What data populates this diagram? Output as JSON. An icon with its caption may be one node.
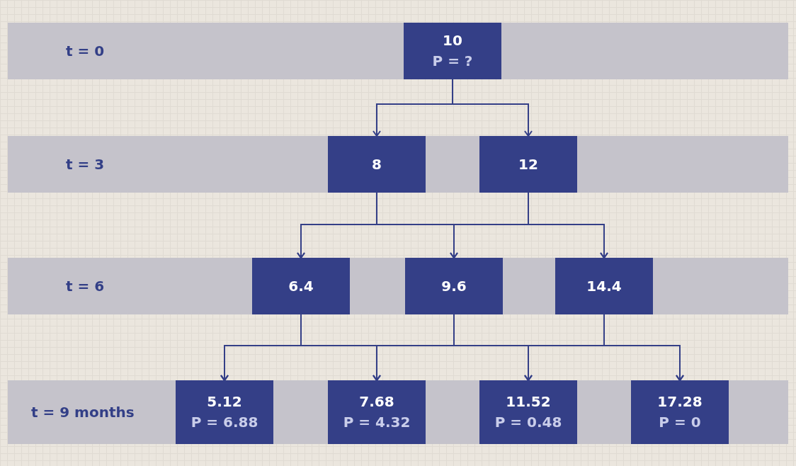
{
  "diagram": {
    "nodes": [
      {
        "text": [
          "t = 0"
        ]
      },
      {
        "text": [
          "10",
          "P = ?"
        ],
        "in": 0
      },
      {
        "text": [
          "t = 3"
        ]
      },
      {
        "text": [
          "8"
        ],
        "in": 2
      },
      {
        "text": [
          "12"
        ],
        "in": 2
      },
      {
        "text": [
          "t = 6"
        ]
      },
      {
        "text": [
          "6.4"
        ],
        "in": 5
      },
      {
        "text": [
          "9.6"
        ],
        "in": 5
      },
      {
        "text": [
          "14.4"
        ],
        "in": 5
      },
      {
        "text": [
          "t = 9 months"
        ]
      },
      {
        "text": [
          "5.12",
          "P = 6.88"
        ],
        "in": 9
      },
      {
        "text": [
          "7.68",
          "P = 4.32"
        ],
        "in": 9
      },
      {
        "text": [
          "11.52",
          "P = 0.48"
        ],
        "in": 9
      },
      {
        "text": [
          "17.28",
          "P = 0"
        ],
        "in": 9
      }
    ],
    "edges": [
      {
        "from": 1,
        "to": 3,
        "arrow": "to"
      },
      {
        "from": 1,
        "to": 4,
        "arrow": "to"
      },
      {
        "from": 3,
        "to": 6,
        "arrow": "to"
      },
      {
        "from": 3,
        "to": 7,
        "arrow": "to"
      },
      {
        "from": 3,
        "to": 8,
        "arrow": "to"
      },
      {
        "from": 4,
        "to": 6,
        "arrow": "to"
      },
      {
        "from": 4,
        "to": 7,
        "arrow": "to"
      },
      {
        "from": 4,
        "to": 8,
        "arrow": "to"
      },
      {
        "from": 6,
        "to": 10,
        "arrow": "to"
      },
      {
        "from": 6,
        "to": 11,
        "arrow": "to"
      },
      {
        "from": 6,
        "to": 12,
        "arrow": "to"
      },
      {
        "from": 6,
        "to": 13,
        "arrow": "to"
      },
      {
        "from": 7,
        "to": 10,
        "arrow": "to"
      },
      {
        "from": 7,
        "to": 11,
        "arrow": "to"
      },
      {
        "from": 7,
        "to": 12,
        "arrow": "to"
      },
      {
        "from": 7,
        "to": 13,
        "arrow": "to"
      },
      {
        "from": 8,
        "to": 10,
        "arrow": "to"
      },
      {
        "from": 8,
        "to": 11,
        "arrow": "to"
      },
      {
        "from": 8,
        "to": 12,
        "arrow": "to"
      },
      {
        "from": 8,
        "to": 13,
        "arrow": "to"
      }
    ]
  }
}
